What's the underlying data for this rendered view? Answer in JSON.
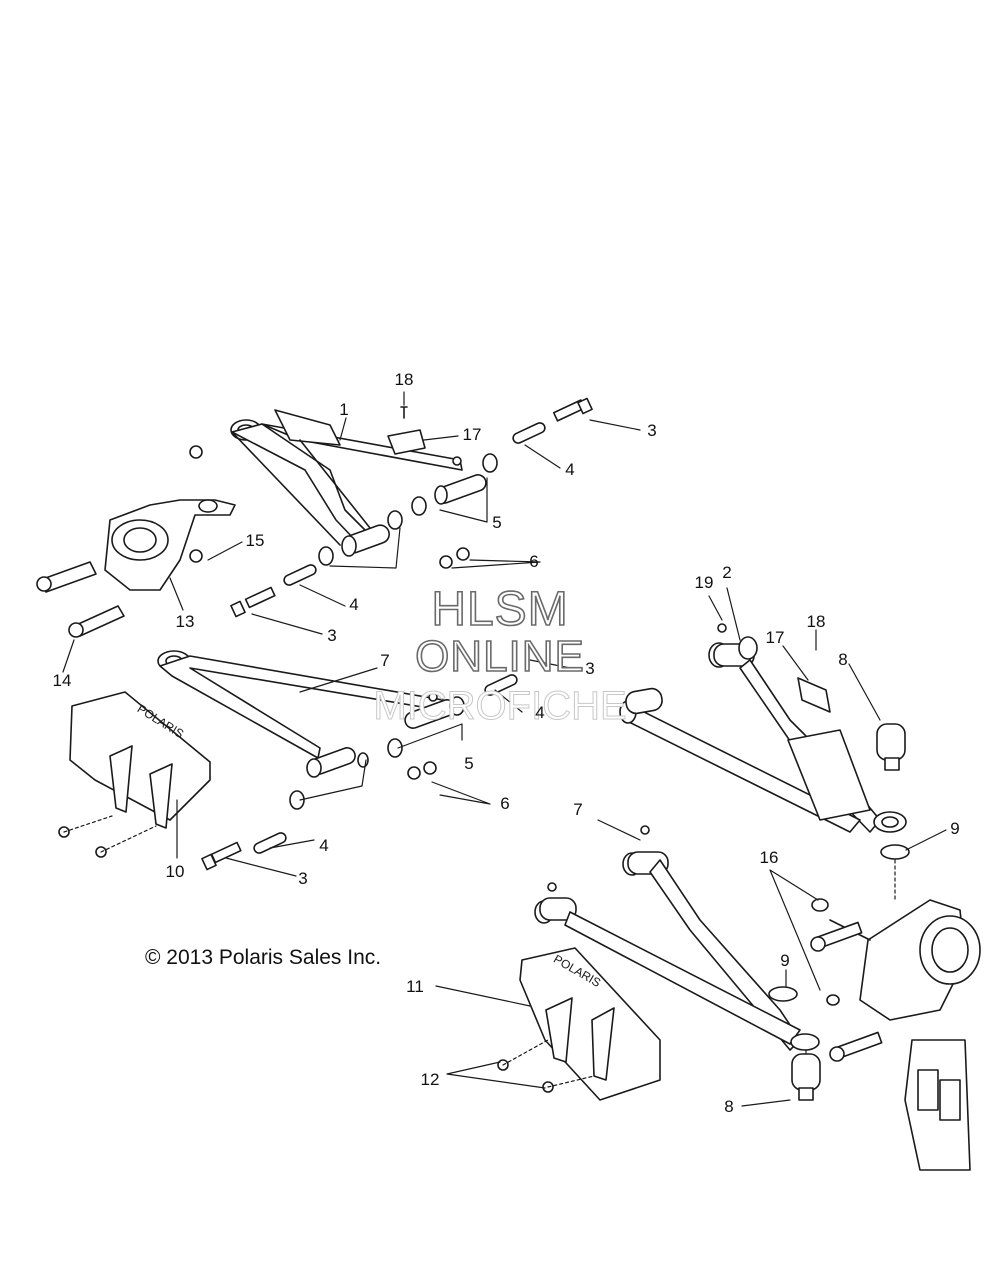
{
  "callouts": [
    {
      "id": "c18a",
      "text": "18"
    },
    {
      "id": "c1",
      "text": "1"
    },
    {
      "id": "c17a",
      "text": "17"
    },
    {
      "id": "c3a",
      "text": "3"
    },
    {
      "id": "c4a",
      "text": "4"
    },
    {
      "id": "c5a",
      "text": "5"
    },
    {
      "id": "c15",
      "text": "15"
    },
    {
      "id": "c6a",
      "text": "6"
    },
    {
      "id": "c13",
      "text": "13"
    },
    {
      "id": "c4b",
      "text": "4"
    },
    {
      "id": "c3b",
      "text": "3"
    },
    {
      "id": "c14",
      "text": "14"
    },
    {
      "id": "c7a",
      "text": "7"
    },
    {
      "id": "c3c",
      "text": "3"
    },
    {
      "id": "c4c",
      "text": "4"
    },
    {
      "id": "c5b",
      "text": "5"
    },
    {
      "id": "c6b",
      "text": "6"
    },
    {
      "id": "c4d",
      "text": "4"
    },
    {
      "id": "c3d",
      "text": "3"
    },
    {
      "id": "c10",
      "text": "10"
    },
    {
      "id": "c19",
      "text": "19"
    },
    {
      "id": "c2",
      "text": "2"
    },
    {
      "id": "c17b",
      "text": "17"
    },
    {
      "id": "c18b",
      "text": "18"
    },
    {
      "id": "c8a",
      "text": "8"
    },
    {
      "id": "c9a",
      "text": "9"
    },
    {
      "id": "c7b",
      "text": "7"
    },
    {
      "id": "c16",
      "text": "16"
    },
    {
      "id": "c9b",
      "text": "9"
    },
    {
      "id": "c11",
      "text": "11"
    },
    {
      "id": "c12",
      "text": "12"
    },
    {
      "id": "c8b",
      "text": "8"
    }
  ],
  "copyright": "© 2013 Polaris Sales Inc.",
  "watermark": {
    "line1": "HLSM",
    "line2": "ONLINE",
    "line3": "MICROFICHE"
  },
  "brand_plate_text": "POLARIS"
}
